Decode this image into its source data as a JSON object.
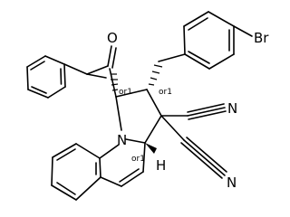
{
  "molecule": {
    "atoms": {
      "oxygen": "O",
      "bromine": "Br",
      "nitrogen_ring": "N",
      "nitrile_n1": "N",
      "nitrile_n2": "N",
      "hydrogen": "H"
    },
    "stereo_labels": {
      "c1": "or1",
      "c2": "or1",
      "c3a": "or1"
    }
  }
}
